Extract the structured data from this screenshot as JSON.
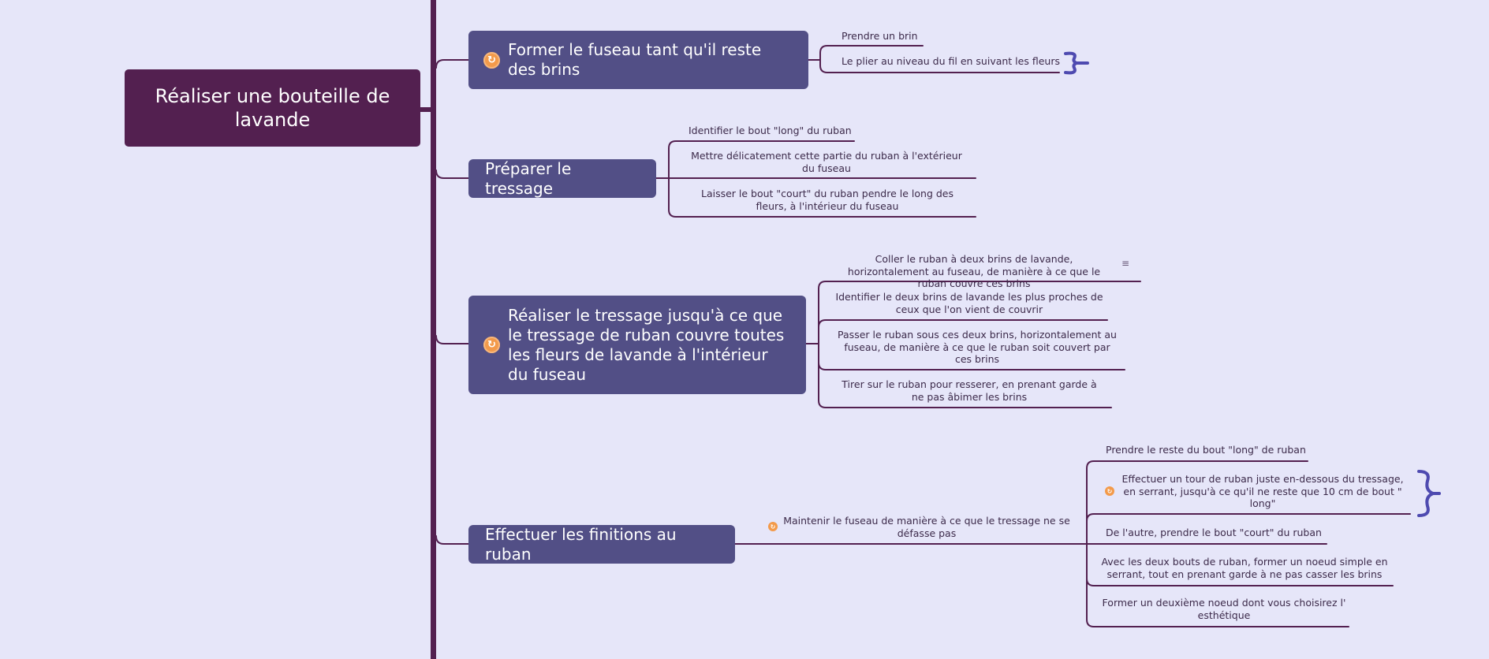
{
  "central_topic": "Réaliser une bouteille de lavande",
  "branches": [
    {
      "label": "Former le fuseau tant qu'il reste des brins",
      "icon": "repeat-icon",
      "children": [
        "Prendre un brin",
        "Le plier au niveau du fil en suivant les fleurs"
      ]
    },
    {
      "label": "Préparer le tressage",
      "children": [
        "Identifier le bout \"long\" du ruban",
        "Mettre délicatement cette partie du ruban à l'extérieur du fuseau",
        "Laisser le bout \"court\" du ruban pendre le long des fleurs, à l'intérieur du fuseau"
      ]
    },
    {
      "label": "Réaliser le tressage jusqu'à ce que le tressage de ruban couvre toutes les fleurs de lavande à l'intérieur du fuseau",
      "icon": "repeat-icon",
      "children": [
        "Coller le ruban à deux brins de lavande, horizontalement au fuseau, de manière à ce que le ruban couvre ces brins",
        "Identifier le deux brins de lavande les plus proches de ceux que l'on vient de couvrir",
        "Passer le ruban sous ces deux brins, horizontalement au fuseau, de manière à ce que le ruban soit couvert par ces brins",
        "Tirer sur le ruban pour resserer, en prenant garde à ne pas âbimer les brins"
      ]
    },
    {
      "label": "Effectuer les finitions au ruban",
      "children": [
        {
          "label": "Maintenir le fuseau de manière à ce que le tressage ne se défasse pas",
          "icon": "repeat-icon",
          "children": [
            "Prendre le reste du bout \"long\" de ruban",
            "Effectuer un tour de ruban juste en-dessous du tressage, en serrant, jusqu'à ce qu'il ne reste que 10 cm de bout \" long\"",
            "De l'autre, prendre le bout \"court\" du ruban",
            "Avec les deux bouts de ruban, former un noeud simple en serrant, tout en prenant garde à ne pas casser les brins",
            "Former un deuxième noeud dont vous choisirez l' esthétique"
          ]
        }
      ]
    }
  ],
  "colors": {
    "background": "#e6e6f9",
    "central": "#532050",
    "topic": "#524f86",
    "line": "#532050",
    "repeat_icon": "#f39a4a",
    "boundary": "#4e4ab0"
  }
}
